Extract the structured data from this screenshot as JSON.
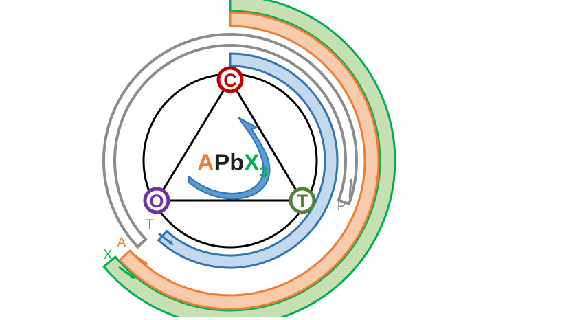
{
  "formula": {
    "a": "A",
    "pb": "Pb",
    "x": "X",
    "sub": "3",
    "colors": {
      "a": "#ED7D31",
      "pb": "#1F1F1F",
      "x": "#00B050"
    }
  },
  "nodes": {
    "cubic": {
      "label": "C",
      "color": "#C00000",
      "icon": "circled-letter"
    },
    "tetragonal": {
      "label": "T",
      "color": "#548235",
      "icon": "circled-letter"
    },
    "orthorhombic": {
      "label": "O",
      "color": "#7030A0",
      "icon": "circled-letter"
    }
  },
  "bands": {
    "pressure": {
      "label": "P",
      "stroke": "#8C8C8C",
      "fill": "#FFFFFF"
    },
    "temperature": {
      "label": "T",
      "stroke": "#2E75B6",
      "fill": "#C5D9EE"
    },
    "a_site": {
      "label": "A",
      "stroke": "#ED7D31",
      "fill": "#F8CBAD"
    },
    "x_site": {
      "label": "X",
      "stroke": "#00B050",
      "fill": "#C6E0B4"
    }
  },
  "colors": {
    "outline": "#000000",
    "cycle_arrow": "#2E75B6",
    "cycle_arrow_fill": "#5B9BD5"
  }
}
